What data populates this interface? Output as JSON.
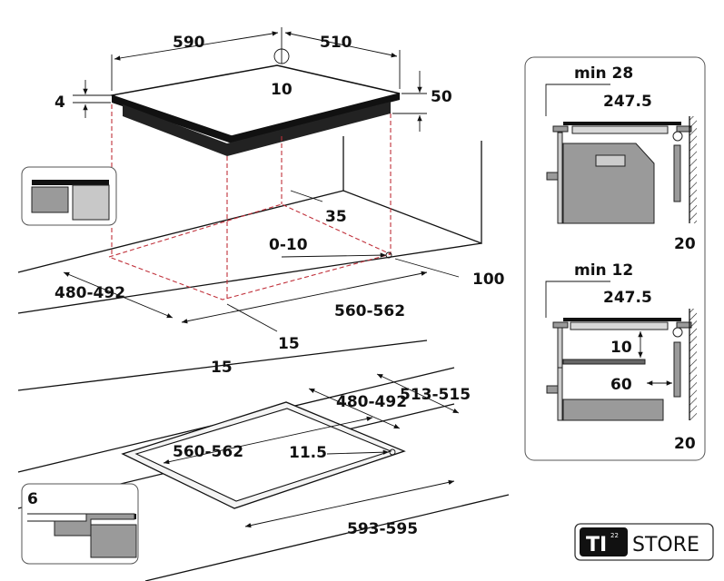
{
  "top_view": {
    "width_label": "590",
    "depth_label": "510",
    "corner_label": "10",
    "thickness_label": "4",
    "height_label": "50"
  },
  "cutout_view": {
    "back_gap": "35",
    "offset": "0-10",
    "depth": "480-492",
    "width": "560-562",
    "front_gap": "15",
    "side_gap": "15",
    "rear_clearance": "100"
  },
  "flush_view": {
    "outer_depth": "513-515",
    "inner_depth": "480-492",
    "inner_width": "560-562",
    "corner_radius": "11.5",
    "outer_width": "593-595",
    "recess_depth": "6"
  },
  "side_section_oven": {
    "min_label": "min 28",
    "dim_label": "247.5",
    "wall_gap": "20"
  },
  "side_section_drawer": {
    "min_label": "min 12",
    "dim_label": "247.5",
    "gap_vertical": "10",
    "gap_horizontal": "60",
    "wall_gap": "20"
  },
  "logo": {
    "badge": "TI",
    "superscript": "22",
    "text": "STORE"
  }
}
